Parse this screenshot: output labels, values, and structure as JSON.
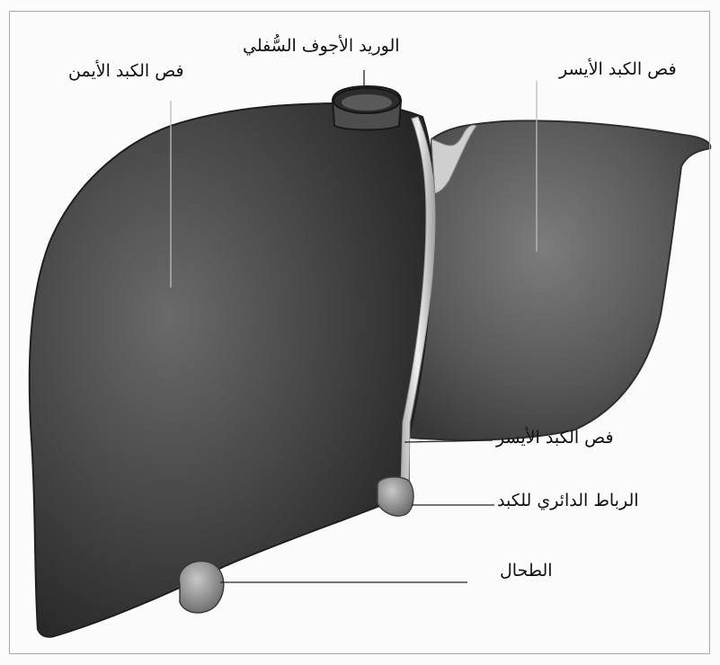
{
  "labels": {
    "inferior_vena_cava": "الوريد الأجوف السُّفلي",
    "right_lobe": "فص الكبد الأيمن",
    "left_lobe_top": "فص الكبد الأيسر",
    "left_lobe_bottom": "فص الكبد الأيسر",
    "round_ligament": "الرباط الدائري للكبد",
    "gallbladder": "الطحال"
  },
  "colors": {
    "liver_dark": "#3a3a3a",
    "liver_mid": "#5a5a5a",
    "liver_light": "#8a8a8a",
    "ligament": "#d8d8d8",
    "vessel": "#4a4a4a"
  }
}
